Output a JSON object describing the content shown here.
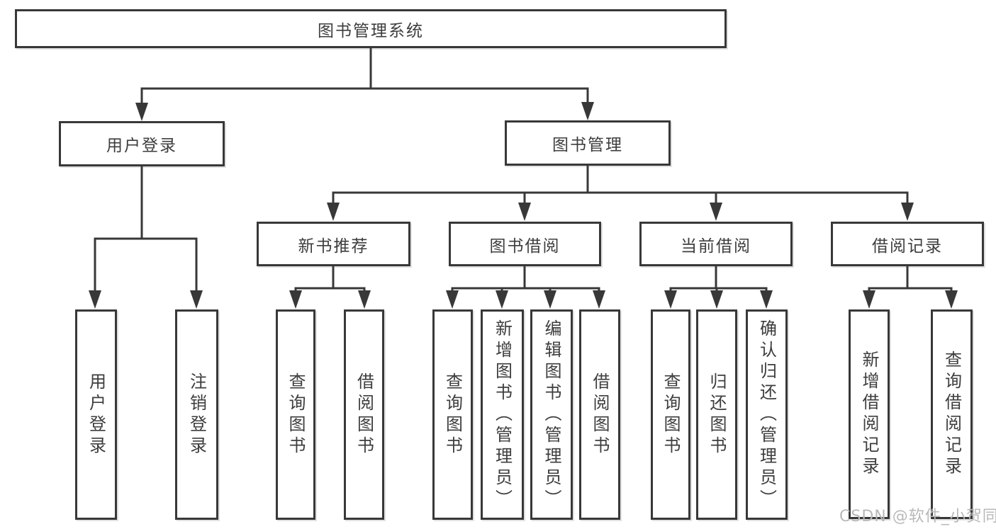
{
  "diagram": {
    "nodes": {
      "root": "图书管理系统",
      "user_login": "用户登录",
      "book_management": "图书管理",
      "new_book_recommendation": "新书推荐",
      "book_borrowing": "图书借阅",
      "current_borrowing": "当前借阅",
      "borrowing_records": "借阅记录",
      "leaves": [
        "用户登录",
        "注销登录",
        "查询图书",
        "借阅图书",
        "查询图书",
        "新增图书（管理员）",
        "编辑图书（管理员）",
        "借阅图书",
        "查询图书",
        "归还图书",
        "确认归还（管理员）",
        "新增借阅记录",
        "查询借阅记录"
      ]
    },
    "colors": {
      "line": "#383838",
      "text": "#3d3d3d",
      "watermark": "#b9b9b9"
    }
  },
  "watermark": "CSDN @软件_小贺同学"
}
